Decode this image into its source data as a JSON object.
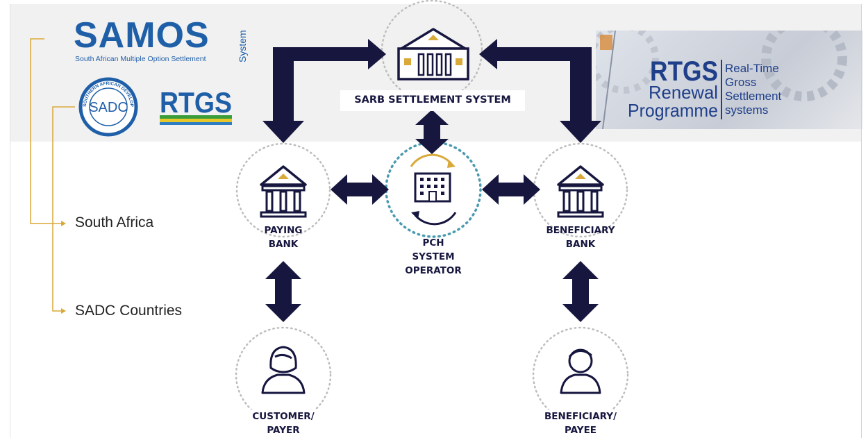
{
  "branding": {
    "samos": {
      "logo_text": "SAMOS",
      "tagline": "South African Multiple Option Settlement",
      "vertical_word": "System"
    },
    "sadc": {
      "seal_center": "SADC",
      "seal_ring": "SOUTHERN AFRICAN DEVELOPMENT COMMUNITY · TOWARDS A COMMON FUTURE",
      "rtgs_label": "RTGS"
    },
    "renewal_banner": {
      "line1": "RTGS",
      "line2": "Renewal",
      "line3": "Programme",
      "right1": "Real-Time",
      "right2": "Gross",
      "right3": "Settlement",
      "right4": "systems"
    }
  },
  "legend": {
    "items": [
      {
        "label": "South Africa"
      },
      {
        "label": "SADC Countries"
      }
    ]
  },
  "nodes": {
    "sarb": {
      "label": "SARB SETTLEMENT SYSTEM"
    },
    "paying_bank": {
      "line1": "PAYING",
      "line2": "BANK"
    },
    "pch": {
      "line1": "PCH",
      "line2": "SYSTEM",
      "line3": "OPERATOR"
    },
    "beneficiary_bank": {
      "line1": "BENEFICIARY",
      "line2": "BANK"
    },
    "customer": {
      "line1": "CUSTOMER/",
      "line2": "PAYER"
    },
    "beneficiary": {
      "line1": "BENEFICIARY/",
      "line2": "PAYEE"
    }
  },
  "colors": {
    "navy": "#16163f",
    "gold": "#d9a93a",
    "samos_blue": "#1f5fa8",
    "teal_dots": "#4b9bb0",
    "band": "#f1f1f1"
  }
}
